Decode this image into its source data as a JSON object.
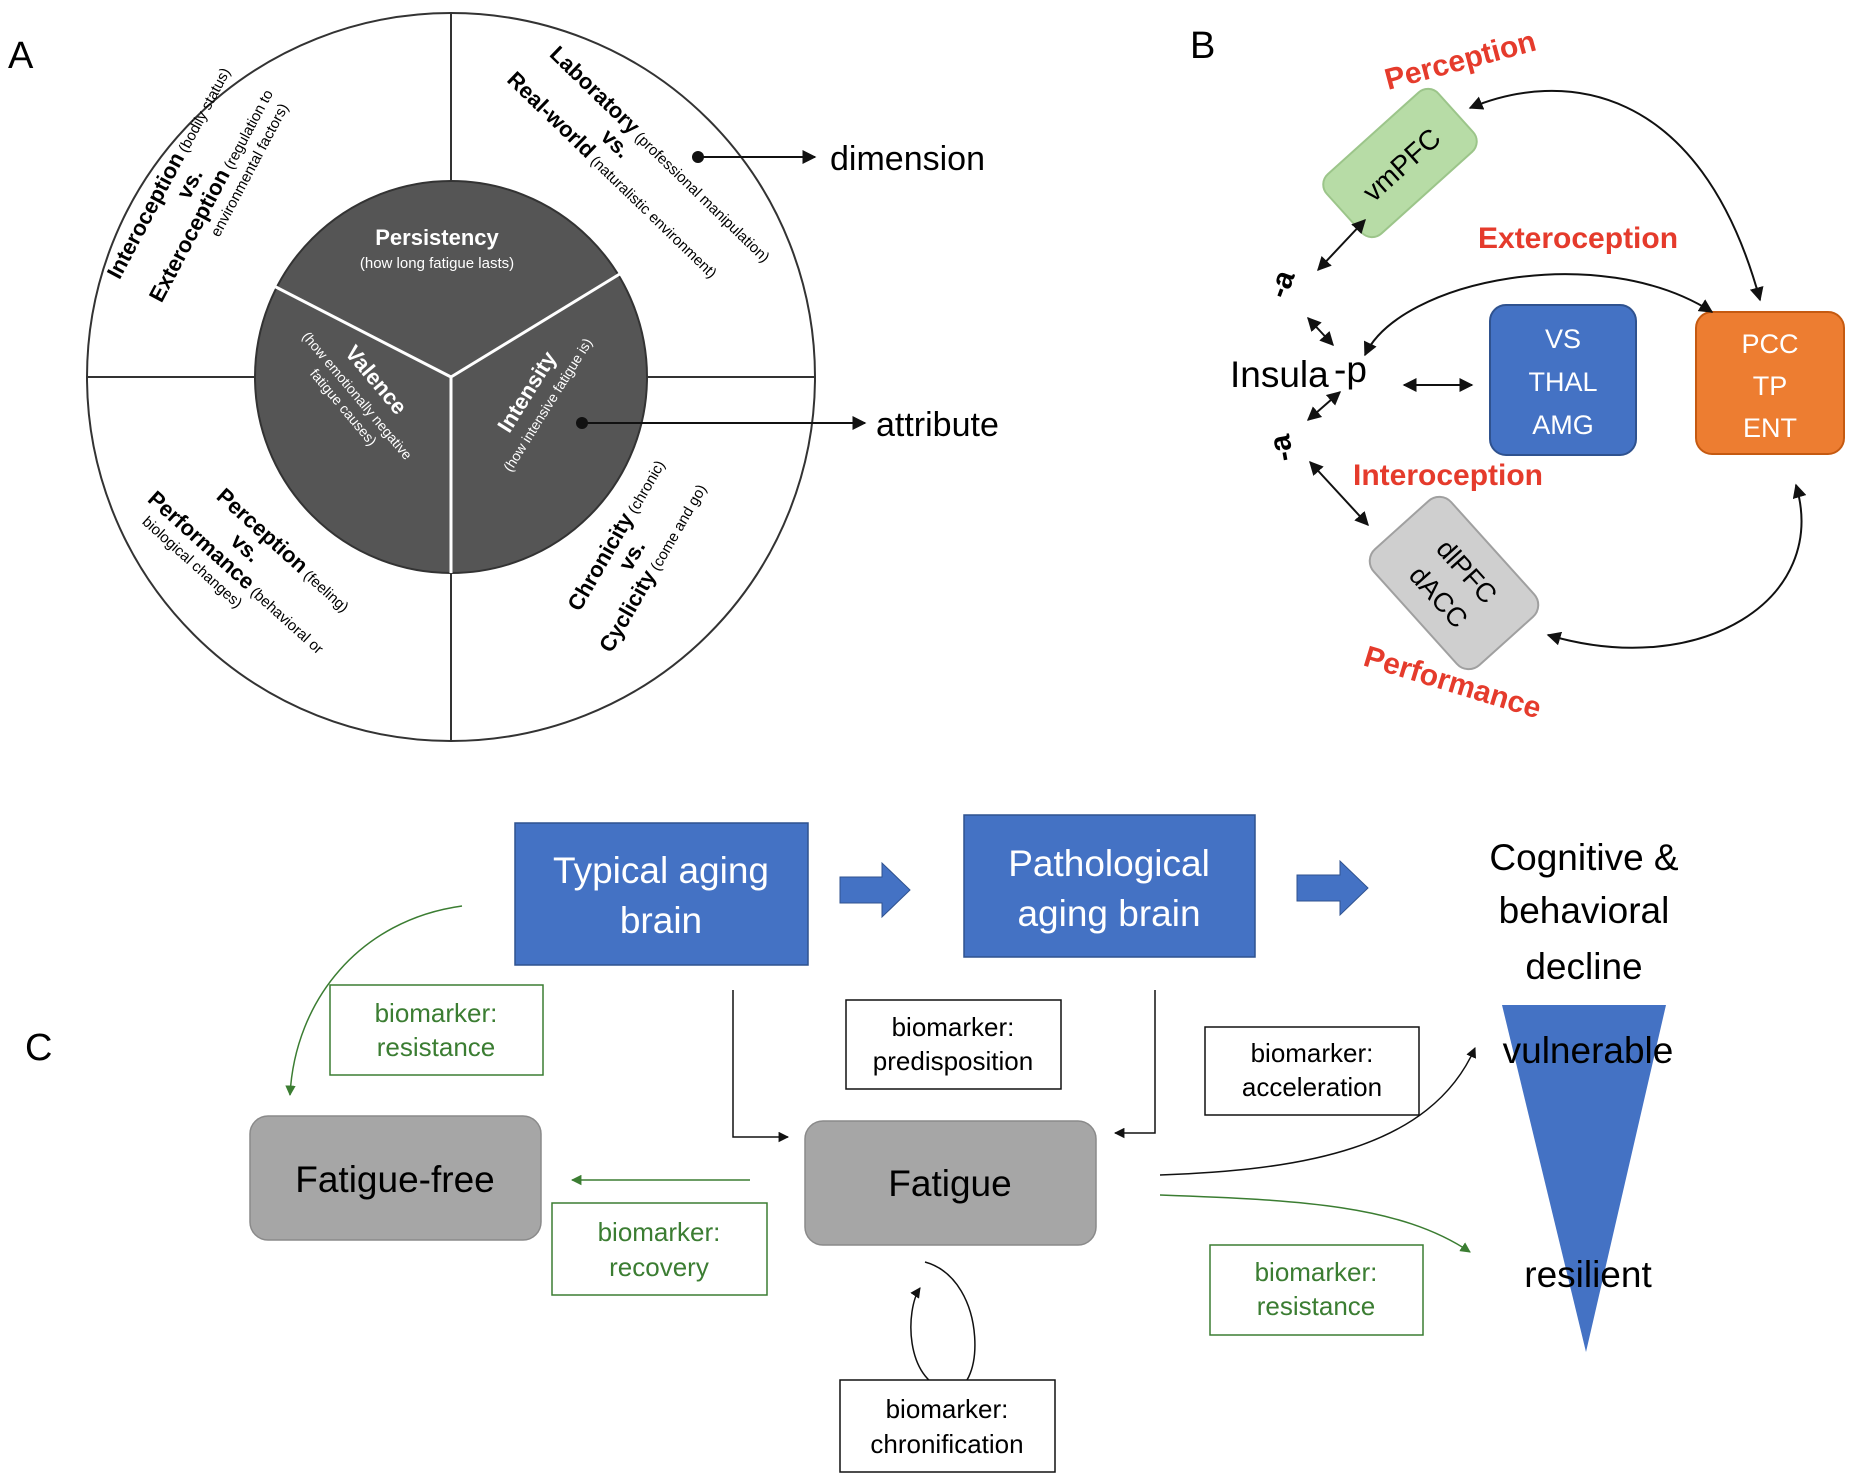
{
  "panel_labels": {
    "a": "A",
    "b": "B",
    "c": "C"
  },
  "panel_a": {
    "inner": {
      "persistency": {
        "title": "Persistency",
        "desc": "(how long fatigue lasts)"
      },
      "valence": {
        "title": "Valence",
        "desc1": "(how emotionally negative",
        "desc2": "fatigue causes)"
      },
      "intensity": {
        "title": "Intensity",
        "desc": "(how intensive fatigue is)"
      }
    },
    "quadrants": {
      "top_left": {
        "term1": "Interoception",
        "note1": " (bodily status)",
        "vs": "vs.",
        "term2": "Exteroception",
        "note2": " (regulation to",
        "note3": "environmental factors)"
      },
      "top_right": {
        "term1": "Laboratory",
        "note1": " (professional manipulation)",
        "vs": "vs.",
        "term2": "Real-world",
        "note2": " (naturalistic environment)"
      },
      "bottom_left": {
        "term1": "Perception",
        "note1": " (feeling)",
        "vs": "vs.",
        "term2": "Performance",
        "note2": " (behavioral or",
        "note3": "biological changes)"
      },
      "bottom_right": {
        "term1": "Chronicity",
        "note1": " (chronic)",
        "vs": "vs.",
        "term2": "Cyclicity",
        "note2": " (come and go)"
      }
    },
    "callouts": {
      "dimension": "dimension",
      "attribute": "attribute"
    }
  },
  "panel_b": {
    "insula": "Insula",
    "insula_p": "-p",
    "insula_a_top": "-a",
    "insula_a_bottom": "-a",
    "nodes": {
      "vmpfc": {
        "label": "vmPFC",
        "color": "#b7dca6"
      },
      "subcortical": {
        "lines": [
          "VS",
          "THAL",
          "AMG"
        ],
        "color": "#4472c4"
      },
      "posterior": {
        "lines": [
          "PCC",
          "TP",
          "ENT"
        ],
        "color": "#ed7d31"
      },
      "prefrontal": {
        "lines": [
          "dlPFC",
          "dACC"
        ],
        "color": "#cfcfcf"
      }
    },
    "labels": {
      "perception": "Perception",
      "exteroception": "Exteroception",
      "interoception": "Interoception",
      "performance": "Performance"
    },
    "label_color": "#e53b2c"
  },
  "panel_c": {
    "typical": [
      "Typical aging",
      "brain"
    ],
    "pathological": [
      "Pathological",
      "aging brain"
    ],
    "decline": [
      "Cognitive &",
      "behavioral",
      "decline"
    ],
    "vulnerable": "vulnerable",
    "resilient": "resilient",
    "fatigue_free": "Fatigue-free",
    "fatigue": "Fatigue",
    "biomarkers": {
      "resistance_top": [
        "biomarker:",
        "resistance"
      ],
      "predisposition": [
        "biomarker:",
        "predisposition"
      ],
      "acceleration": [
        "biomarker:",
        "acceleration"
      ],
      "recovery": [
        "biomarker:",
        "recovery"
      ],
      "resistance_bottom": [
        "biomarker:",
        "resistance"
      ],
      "chronification": [
        "biomarker:",
        "chronification"
      ]
    },
    "colors": {
      "blue": "#4472c4",
      "gray": "#a6a6a6",
      "green": "#3b7d32"
    }
  }
}
